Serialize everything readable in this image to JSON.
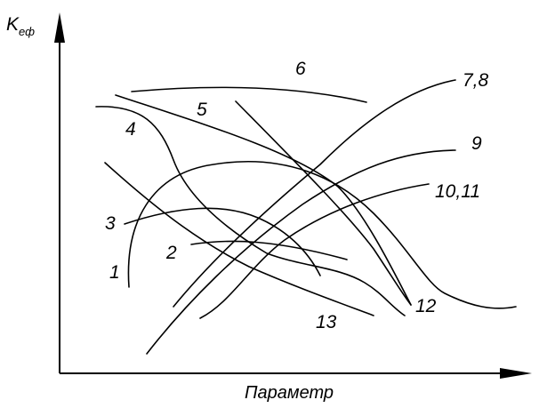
{
  "diagram": {
    "y_axis_label": "K",
    "y_axis_label_subscript": "еф",
    "x_axis_label": "Параметр",
    "curves": [
      {
        "id": "curve-1",
        "label": "1"
      },
      {
        "id": "curve-2",
        "label": "2"
      },
      {
        "id": "curve-3",
        "label": "3"
      },
      {
        "id": "curve-4",
        "label": "4"
      },
      {
        "id": "curve-5",
        "label": "5"
      },
      {
        "id": "curve-6",
        "label": "6"
      },
      {
        "id": "curve-7-8",
        "label": "7,8"
      },
      {
        "id": "curve-9",
        "label": "9"
      },
      {
        "id": "curve-10-11",
        "label": "10,11"
      },
      {
        "id": "curve-12",
        "label": "12"
      },
      {
        "id": "curve-13",
        "label": "13"
      }
    ]
  }
}
